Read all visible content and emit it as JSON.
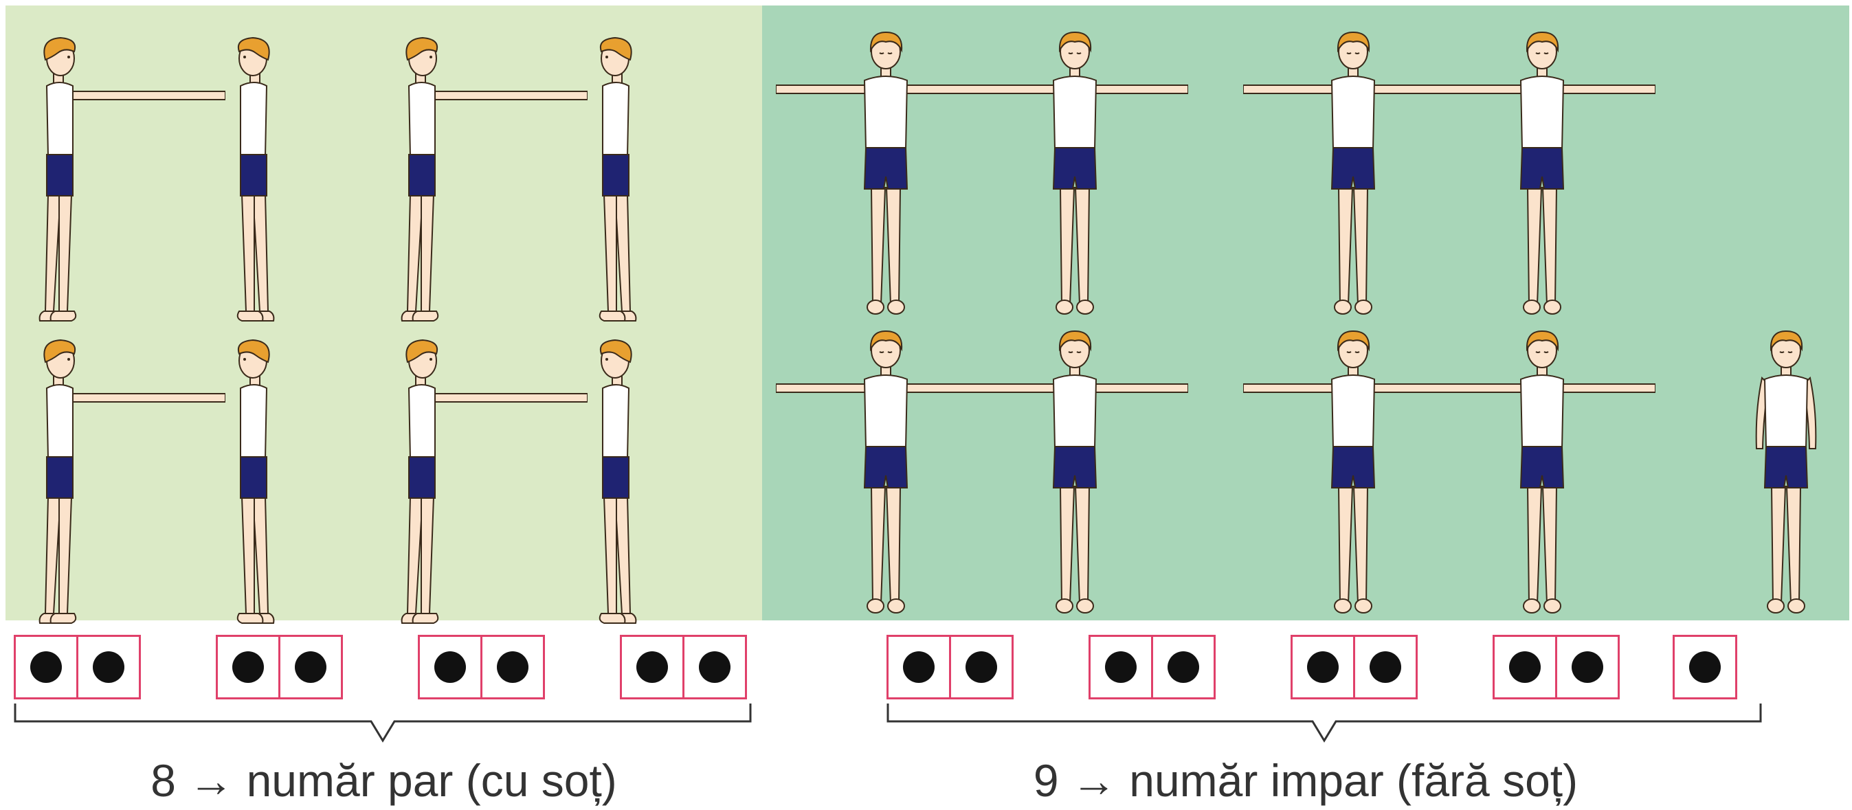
{
  "colors": {
    "panel_even": "#dbeac6",
    "panel_odd": "#a8d6b8",
    "box_border": "#e0406a",
    "dot": "#111111",
    "skin": "#fbe3cc",
    "hair": "#e8a030",
    "shorts": "#1f2372"
  },
  "even_group": {
    "count": 8,
    "pairs": 4,
    "single": 0,
    "caption": "8 → număr par (cu soț)"
  },
  "odd_group": {
    "count": 9,
    "pairs": 4,
    "single": 1,
    "caption": "9 → număr impar (fără soț)"
  }
}
